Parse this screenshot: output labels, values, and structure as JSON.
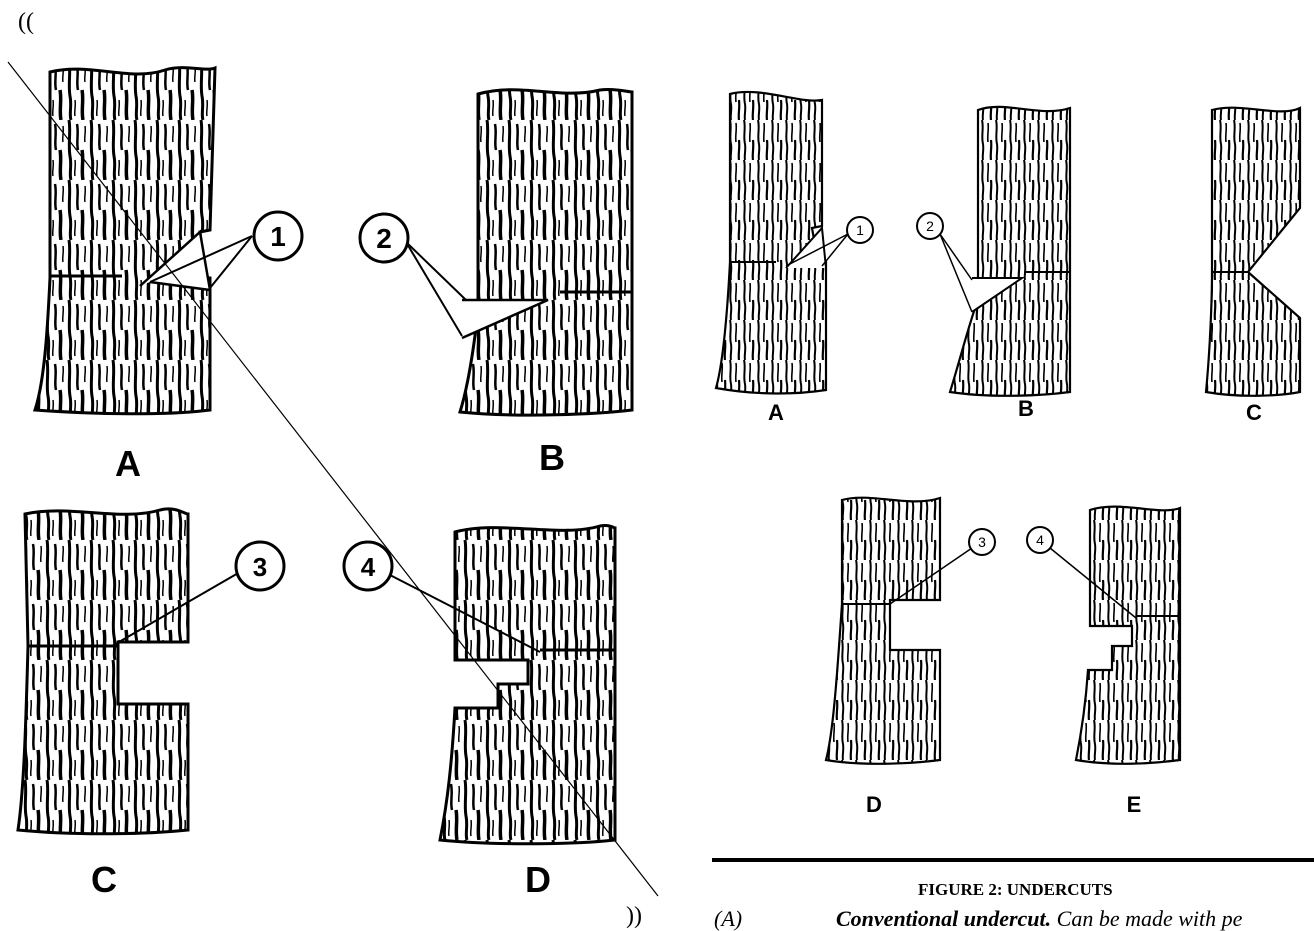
{
  "page": {
    "open_paren": "((",
    "close_paren": "))"
  },
  "left_figure": {
    "panels": [
      {
        "letter": "A",
        "callout": "1"
      },
      {
        "letter": "B",
        "callout": "2"
      },
      {
        "letter": "C",
        "callout": "3"
      },
      {
        "letter": "D",
        "callout": "4"
      }
    ]
  },
  "right_figure": {
    "panels": [
      {
        "letter": "A",
        "callout": "1"
      },
      {
        "letter": "B",
        "callout": "2"
      },
      {
        "letter": "C",
        "callout": ""
      },
      {
        "letter": "D",
        "callout": "3"
      },
      {
        "letter": "E",
        "callout": "4"
      }
    ],
    "caption": "FIGURE 2: UNDERCUTS"
  },
  "paragraph": {
    "number": "(A)",
    "title": "Conventional undercut.",
    "text": " Can be made with pe"
  }
}
